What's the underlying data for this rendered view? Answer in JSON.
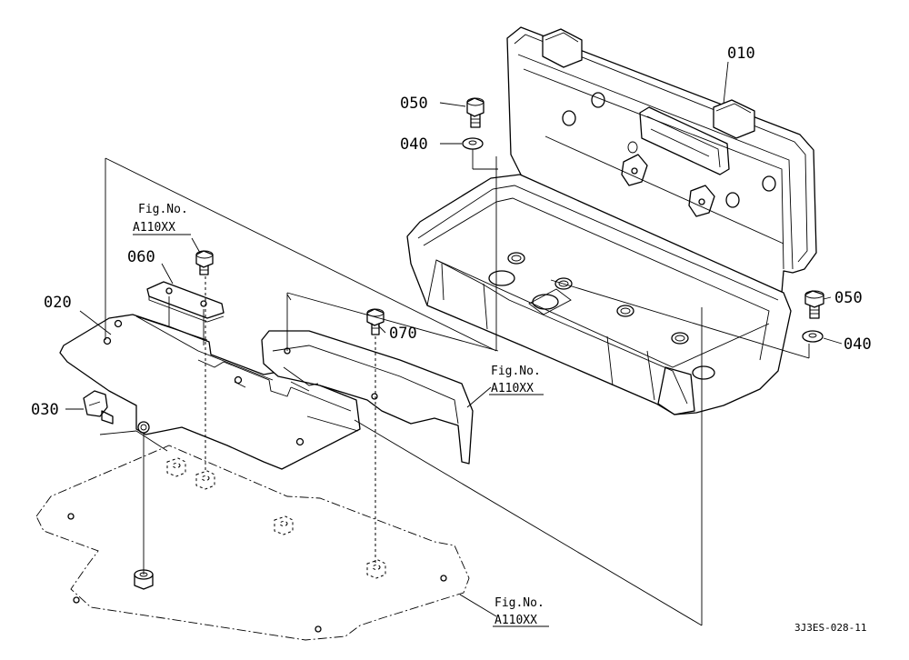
{
  "parts": {
    "p010": "010",
    "p020": "020",
    "p030": "030",
    "p040a": "040",
    "p040b": "040",
    "p050a": "050",
    "p050b": "050",
    "p060": "060",
    "p070": "070"
  },
  "refs": {
    "ref1": {
      "line1": "Fig.No.",
      "line2": "A110XX"
    },
    "ref2": {
      "line1": "Fig.No.",
      "line2": "A110XX"
    },
    "ref3": {
      "line1": "Fig.No.",
      "line2": "A110XX"
    }
  },
  "drawing_code": "3J3ES-028-11"
}
